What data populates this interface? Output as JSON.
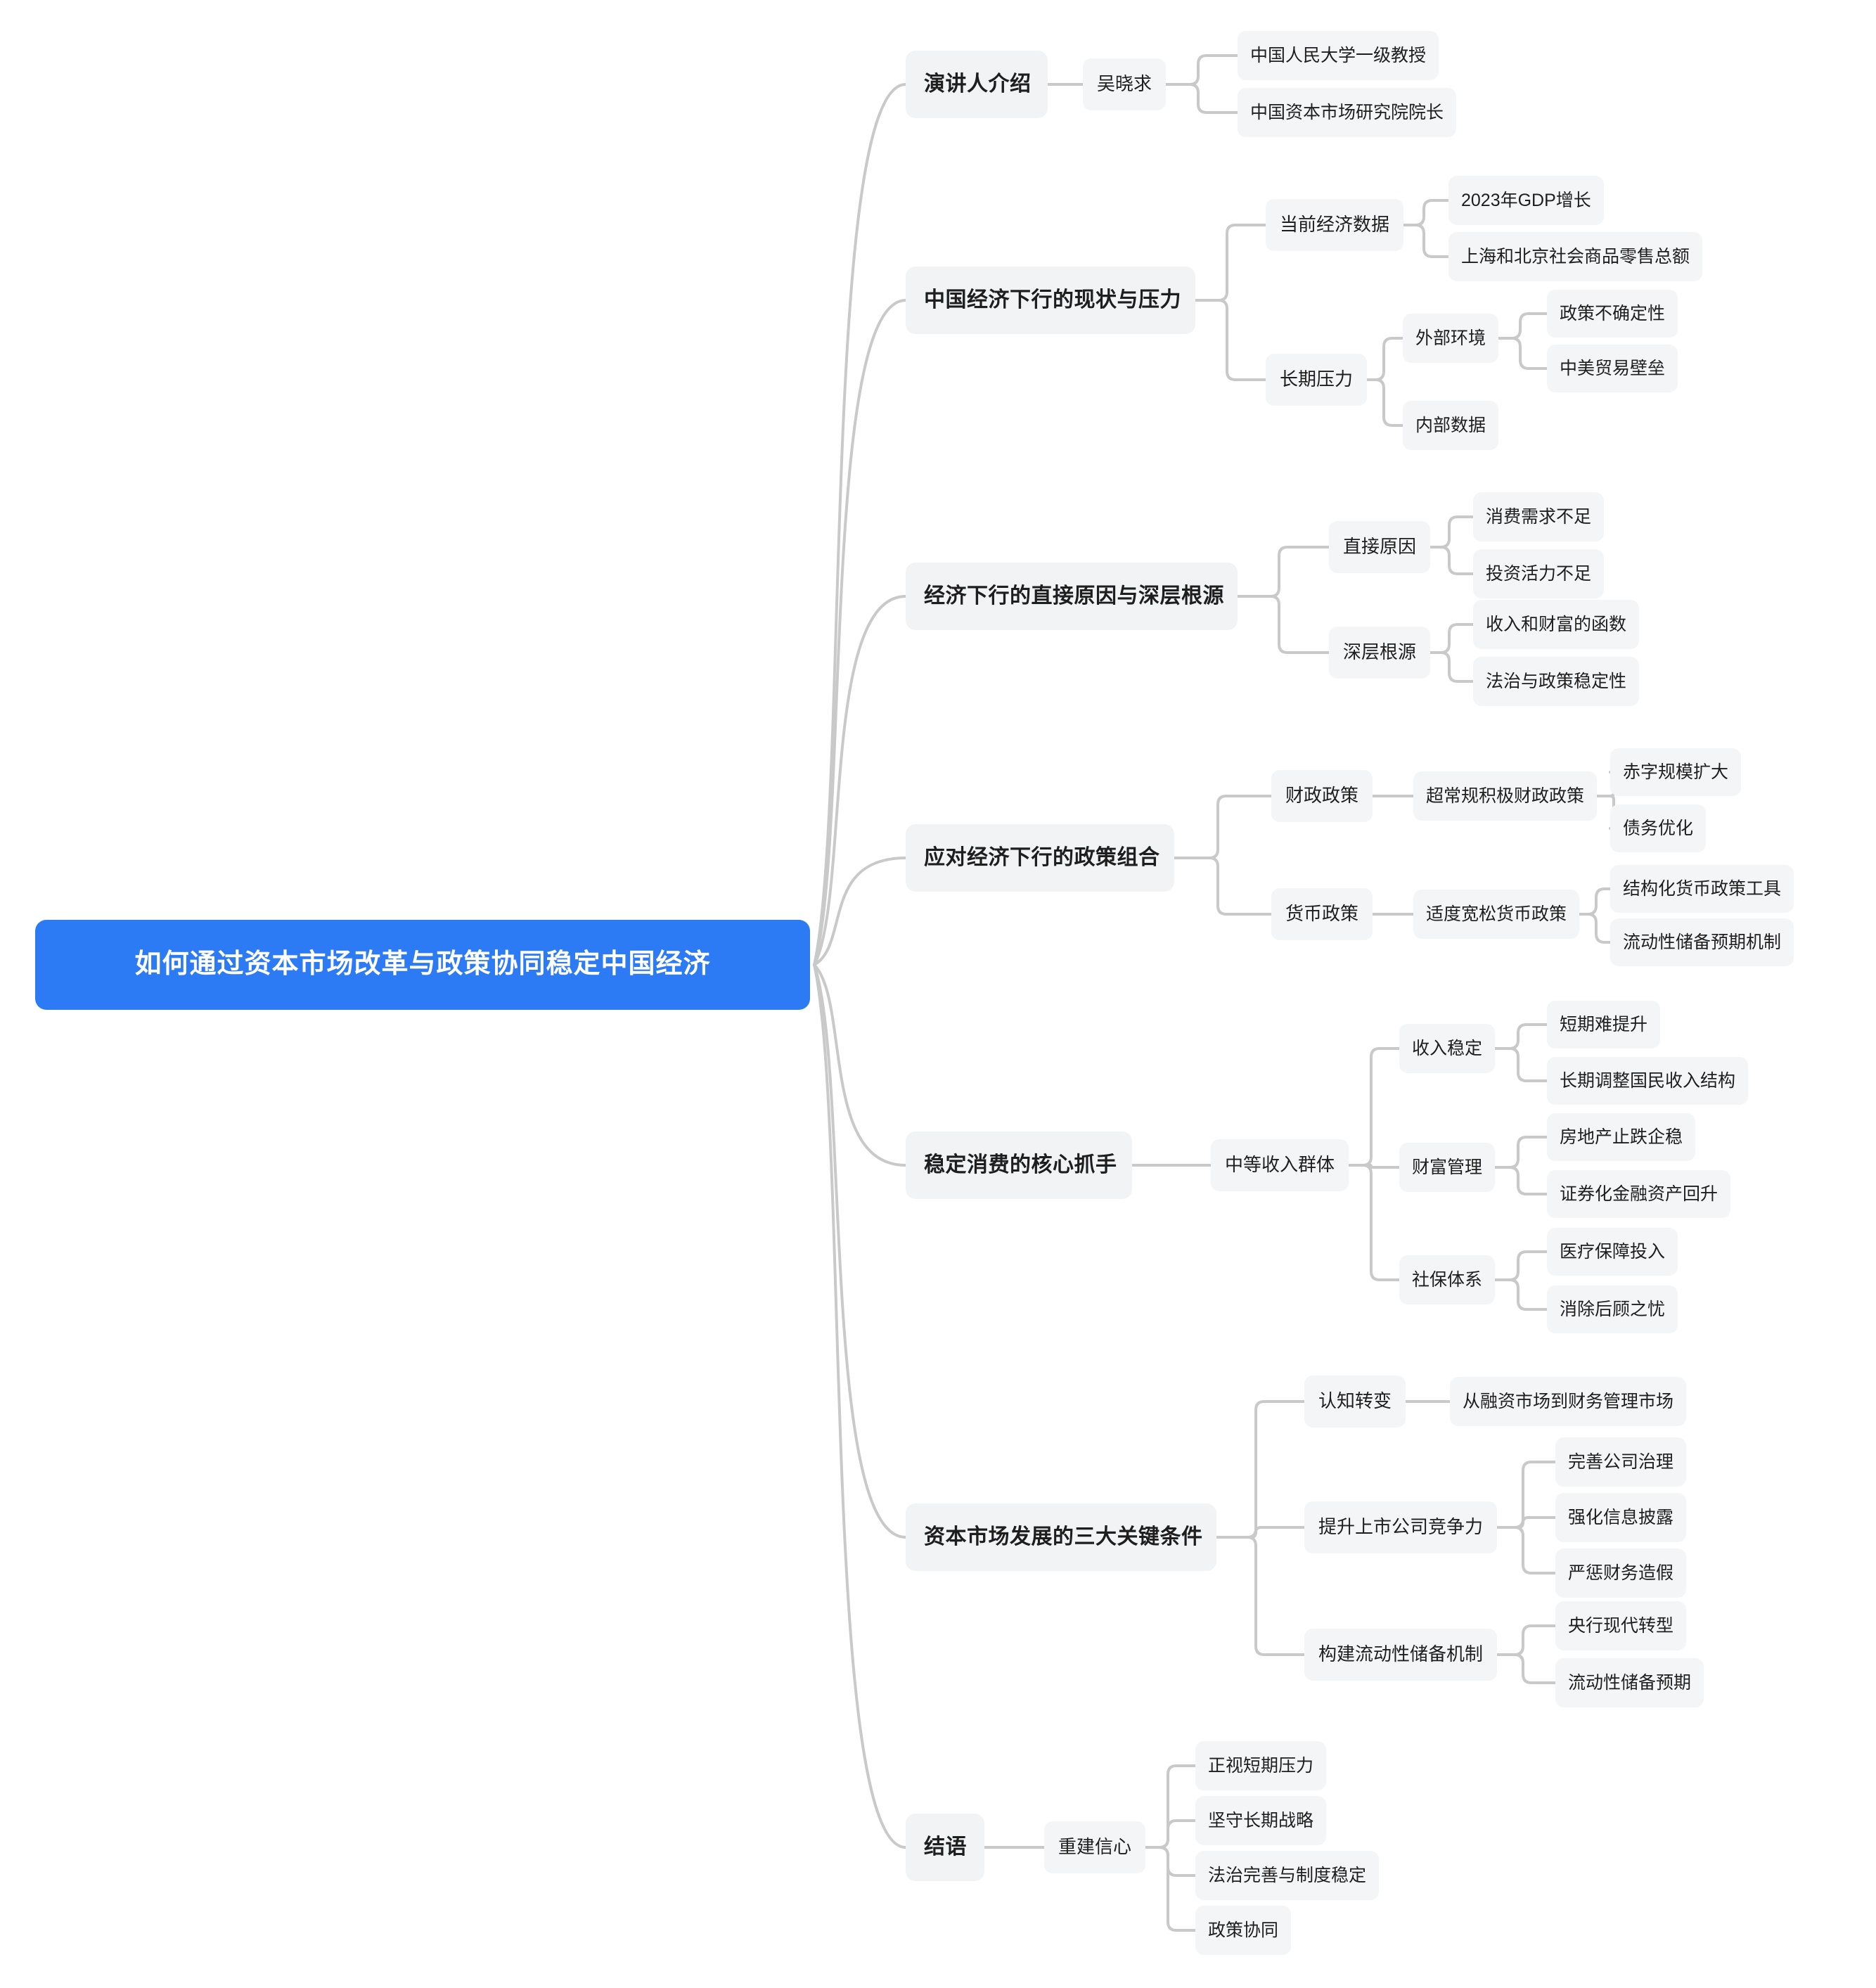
{
  "meta": {
    "title": "如何通过资本市场改革与政策协同稳定中国经济",
    "accent_color": "#2d7bf4",
    "node_bg": "#f2f3f5",
    "link_color": "#c9c9c9",
    "canvas_bg": "#ffffff"
  },
  "root": {
    "label": "如何通过资本市场改革与政策协同稳定中国经济"
  },
  "branches": [
    {
      "label": "演讲人介绍",
      "children": [
        {
          "label": "吴晓求",
          "children": [
            {
              "label": "中国人民大学一级教授"
            },
            {
              "label": "中国资本市场研究院院长"
            }
          ]
        }
      ]
    },
    {
      "label": "中国经济下行的现状与压力",
      "children": [
        {
          "label": "当前经济数据",
          "children": [
            {
              "label": "2023年GDP增长"
            },
            {
              "label": "上海和北京社会商品零售总额"
            }
          ]
        },
        {
          "label": "长期压力",
          "children": [
            {
              "label": "外部环境",
              "children": [
                {
                  "label": "政策不确定性"
                },
                {
                  "label": "中美贸易壁垒"
                }
              ]
            },
            {
              "label": "内部数据"
            }
          ]
        }
      ]
    },
    {
      "label": "经济下行的直接原因与深层根源",
      "children": [
        {
          "label": "直接原因",
          "children": [
            {
              "label": "消费需求不足"
            },
            {
              "label": "投资活力不足"
            }
          ]
        },
        {
          "label": "深层根源",
          "children": [
            {
              "label": "收入和财富的函数"
            },
            {
              "label": "法治与政策稳定性"
            }
          ]
        }
      ]
    },
    {
      "label": "应对经济下行的政策组合",
      "children": [
        {
          "label": "财政政策",
          "children": [
            {
              "label": "超常规积极财政政策",
              "children": [
                {
                  "label": "赤字规模扩大"
                },
                {
                  "label": "债务优化"
                }
              ]
            }
          ]
        },
        {
          "label": "货币政策",
          "children": [
            {
              "label": "适度宽松货币政策",
              "children": [
                {
                  "label": "结构化货币政策工具"
                },
                {
                  "label": "流动性储备预期机制"
                }
              ]
            }
          ]
        }
      ]
    },
    {
      "label": "稳定消费的核心抓手",
      "children": [
        {
          "label": "中等收入群体",
          "children": [
            {
              "label": "收入稳定",
              "children": [
                {
                  "label": "短期难提升"
                },
                {
                  "label": "长期调整国民收入结构"
                }
              ]
            },
            {
              "label": "财富管理",
              "children": [
                {
                  "label": "房地产止跌企稳"
                },
                {
                  "label": "证券化金融资产回升"
                }
              ]
            },
            {
              "label": "社保体系",
              "children": [
                {
                  "label": "医疗保障投入"
                },
                {
                  "label": "消除后顾之忧"
                }
              ]
            }
          ]
        }
      ]
    },
    {
      "label": "资本市场发展的三大关键条件",
      "children": [
        {
          "label": "认知转变",
          "children": [
            {
              "label": "从融资市场到财务管理市场"
            }
          ]
        },
        {
          "label": "提升上市公司竞争力",
          "children": [
            {
              "label": "完善公司治理"
            },
            {
              "label": "强化信息披露"
            },
            {
              "label": "严惩财务造假"
            }
          ]
        },
        {
          "label": "构建流动性储备机制",
          "children": [
            {
              "label": "央行现代转型"
            },
            {
              "label": "流动性储备预期"
            }
          ]
        }
      ]
    },
    {
      "label": "结语",
      "children": [
        {
          "label": "重建信心",
          "children": [
            {
              "label": "正视短期压力"
            },
            {
              "label": "坚守长期战略"
            },
            {
              "label": "法治完善与制度稳定"
            },
            {
              "label": "政策协同"
            }
          ]
        }
      ]
    }
  ]
}
